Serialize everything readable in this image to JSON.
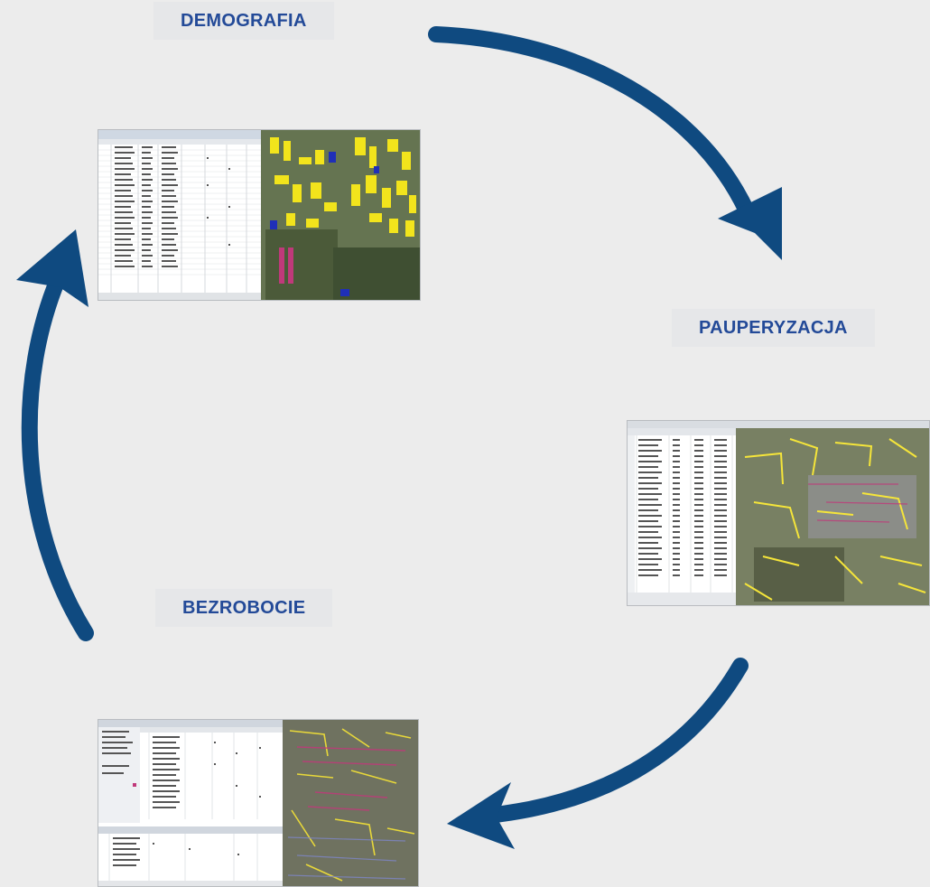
{
  "labels": {
    "demografia": "DEMOGRAFIA",
    "pauperyzacja": "PAUPERYZACJA",
    "bezrobocie": "BEZROBOCIE"
  },
  "colors": {
    "background": "#ececec",
    "label_background": "#e6e7e9",
    "label_text": "#234a98",
    "arrow": "#0f4a80",
    "map_dark": "#4a5a3c",
    "map_building_demografia": "#f2e41c",
    "map_building_pauperyzacja": "#f5e53a",
    "map_building_bezrobocie": "#e8d83a",
    "map_building_accent": "#1f2fb8",
    "map_road_accent": "#c0397a"
  },
  "screenshots": [
    {
      "name": "demografia-gis-screenshot",
      "content": "attribute table window beside aerial map with highlighted buildings"
    },
    {
      "name": "pauperyzacja-gis-screenshot",
      "content": "attribute table window beside aerial map with highlighted street lines"
    },
    {
      "name": "bezrobocie-gis-screenshot",
      "content": "two attribute table windows beside aerial map with highlighted street lines"
    }
  ],
  "cycle": [
    "demografia",
    "pauperyzacja",
    "bezrobocie"
  ]
}
